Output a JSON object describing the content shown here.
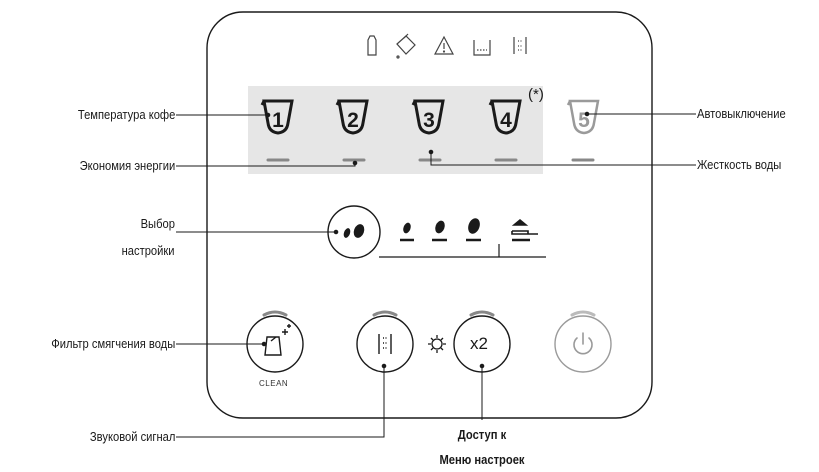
{
  "labels": {
    "coffee_temp": "Температура кофе",
    "energy_saving": "Экономия энергии",
    "choose_setting_1": "Выбор",
    "choose_setting_2": "настройки",
    "water_filter": "Фильтр смягчения воды",
    "beep": "Звуковой сигнал",
    "menu_access_1": "Доступ к",
    "menu_access_2": "Меню настроек",
    "auto_off": "Автовыключение",
    "water_hardness": "Жесткость воды",
    "asterisk": "(*)"
  },
  "cups": [
    "1",
    "2",
    "3",
    "4",
    "5"
  ],
  "buttons": {
    "clean_label": "CLEAN",
    "x2_label": "x2"
  },
  "status_icons": [
    "milk-icon",
    "descale-icon",
    "warning-icon",
    "grounds-container-icon",
    "beans-icon"
  ],
  "colors": {
    "highlight_band": "#e6e6e6",
    "panel_border": "#1a1a1a",
    "disabled": "#9a9a9a",
    "led_bar": "#888888"
  }
}
